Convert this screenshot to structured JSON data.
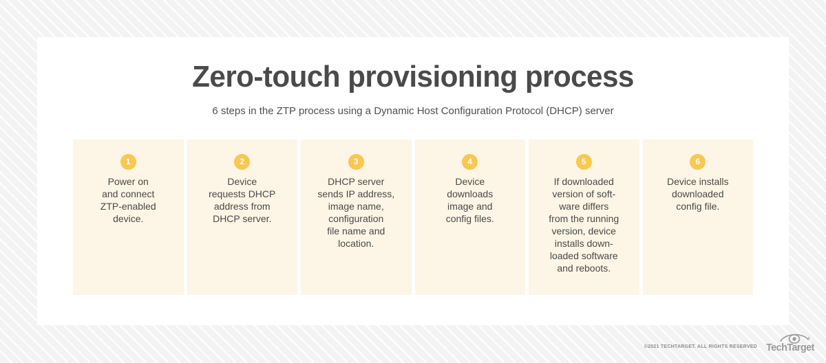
{
  "header": {
    "title": "Zero-touch provisioning process",
    "subtitle": "6 steps in the ZTP process using a Dynamic Host Configuration Protocol (DHCP) server"
  },
  "colors": {
    "background": "#f3f3f3",
    "card": "#ffffff",
    "panel": "#fdf5e5",
    "badge": "#f9c851",
    "badge_text": "#ffffff",
    "text": "#4a4a4a",
    "footer_text": "#8d8d8d"
  },
  "steps": [
    {
      "number": "1",
      "text": "Power on\nand connect\nZTP-enabled\ndevice."
    },
    {
      "number": "2",
      "text": "Device\nrequests DHCP\naddress from\nDHCP server."
    },
    {
      "number": "3",
      "text": "DHCP server\nsends IP address,\nimage name,\nconfiguration\nfile name and\nlocation."
    },
    {
      "number": "4",
      "text": "Device\ndownloads\nimage and\nconfig files."
    },
    {
      "number": "5",
      "text": "If downloaded\nversion of soft-\nware differs\nfrom the running\nversion, device\ninstalls down-\nloaded software\nand reboots."
    },
    {
      "number": "6",
      "text": "Device installs\ndownloaded\nconfig file."
    }
  ],
  "footer": {
    "copyright": "©2021 TECHTARGET. ALL RIGHTS RESERVED",
    "logo_word": "TechTarget",
    "logo_icon": "eye-icon"
  }
}
